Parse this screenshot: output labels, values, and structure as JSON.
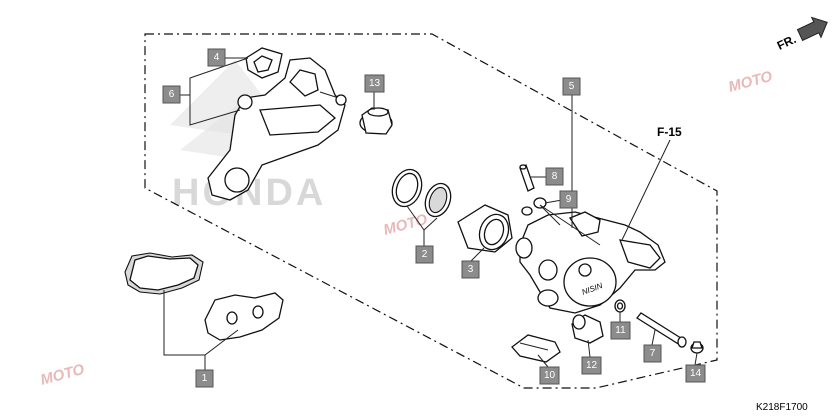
{
  "diagram": {
    "reference_label": "F-15",
    "direction_label": "FR.",
    "catalog_code": "K218F1700",
    "background_brand": "HONDA",
    "watermark": "MOTO",
    "callouts": [
      "1",
      "2",
      "3",
      "4",
      "5",
      "6",
      "7",
      "8",
      "9",
      "10",
      "11",
      "12",
      "13",
      "14"
    ]
  },
  "colors": {
    "callout_fill": "#8c8c8c",
    "line": "#111111",
    "watermark": "#e3e3e3"
  },
  "icons": [
    "direction-arrow-icon"
  ]
}
